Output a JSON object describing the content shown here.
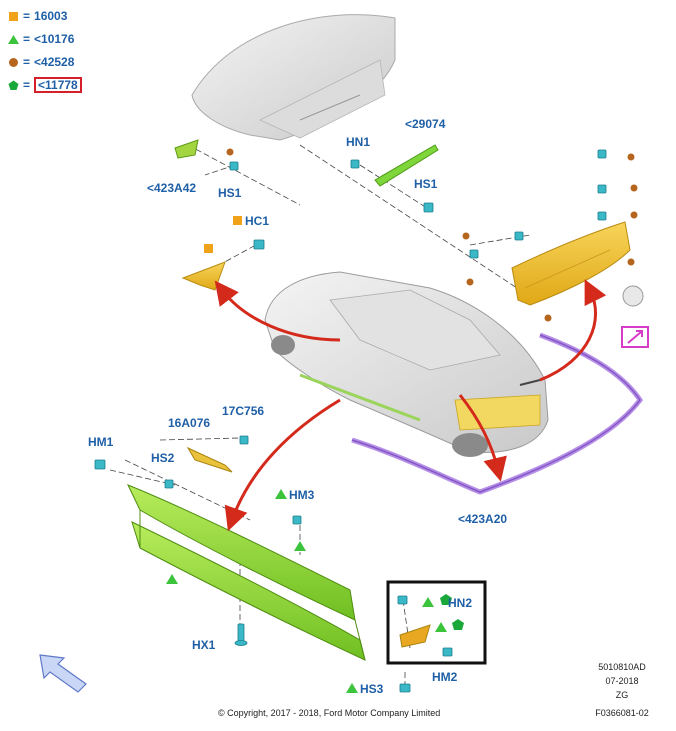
{
  "legend": [
    {
      "symbol": "square-orange",
      "color": "#f0a21a",
      "code": "16003",
      "boxed": false
    },
    {
      "symbol": "triangle-green",
      "color": "#3bc43b",
      "code": "<10176",
      "boxed": false
    },
    {
      "symbol": "circle-brown",
      "color": "#b5651d",
      "code": "<42528",
      "boxed": false
    },
    {
      "symbol": "pentagon-green",
      "color": "#1aa83a",
      "code": "<11778",
      "boxed": true
    }
  ],
  "labels": {
    "l423A42": "<423A42",
    "hs1_left": "HS1",
    "hn1": "HN1",
    "l29074": "<29074",
    "hs1_right": "HS1",
    "hc1": "HC1",
    "hm1": "HM1",
    "l16A076": "16A076",
    "l17C756": "17C756",
    "hs2": "HS2",
    "hm3": "HM3",
    "l423A20": "<423A20",
    "hn2": "HN2",
    "hm2": "HM2",
    "hx1": "HX1",
    "hs3": "HS3"
  },
  "footer": {
    "copyright": "© Copyright, 2017 - 2018, Ford Motor Company Limited",
    "code1": "5010810AD",
    "date": "07-2018",
    "code2": "ZG",
    "code3": "F0366081-02"
  },
  "colors": {
    "label_blue": "#1f5fa6",
    "callout_red": "#d42a1c",
    "part_yellow": "#f2c22a",
    "part_green": "#8fd23a",
    "moulding_purple": "#9a6fd6",
    "clip_cyan": "#3ab8c8",
    "highlight_magenta": "#d63cc8"
  }
}
